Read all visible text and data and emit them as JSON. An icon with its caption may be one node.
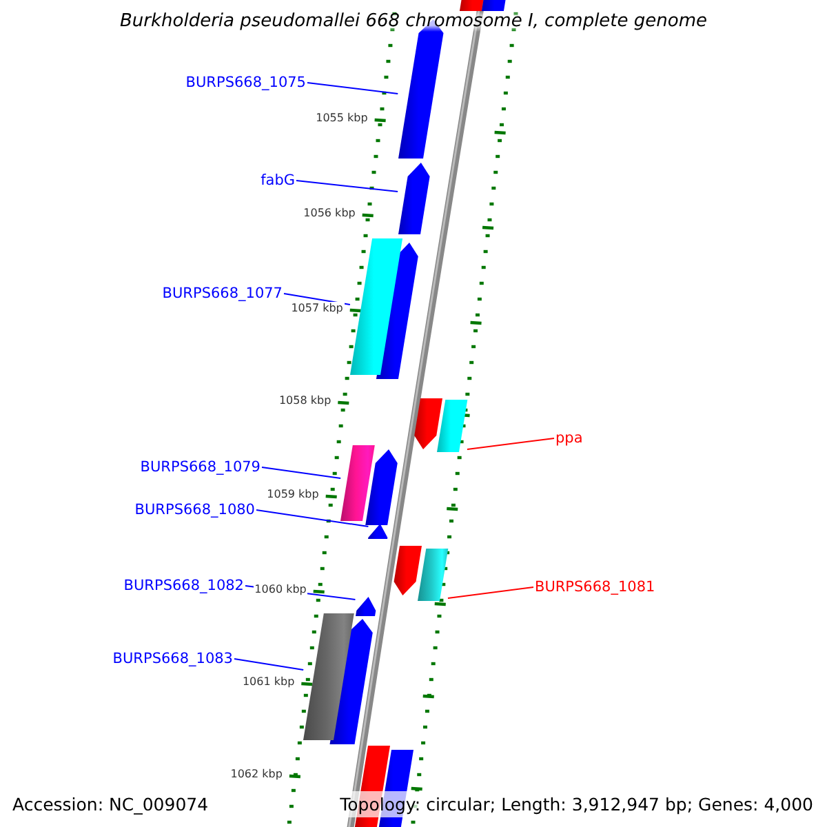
{
  "diagram": {
    "title": "Burkholderia pseudomallei 668 chromosome I, complete genome",
    "nodes": [
      {
        "text": [
          "BURPS668_1075"
        ]
      },
      {
        "text": [
          "fabG"
        ]
      },
      {
        "text": [
          "BURPS668_1077"
        ]
      },
      {
        "text": [
          "ppa"
        ]
      },
      {
        "text": [
          "BURPS668_1079"
        ]
      },
      {
        "text": [
          "BURPS668_1080"
        ]
      },
      {
        "text": [
          "BURPS668_1081"
        ]
      },
      {
        "text": [
          "BURPS668_1082"
        ]
      },
      {
        "text": [
          "BURPS668_1083"
        ]
      },
      {
        "text": [],
        "shape": "bar"
      },
      {
        "text": [],
        "shape": "bar"
      },
      {
        "text": [],
        "shape": "bar"
      },
      {
        "text": [],
        "shape": "bar"
      },
      {
        "text": [],
        "shape": "bar"
      },
      {
        "text": [],
        "shape": "bar"
      },
      {
        "text": [],
        "shape": "bar"
      },
      {
        "text": [],
        "shape": "bar"
      },
      {
        "text": [],
        "shape": "bar"
      }
    ],
    "edges": [
      {
        "from": 0,
        "to": 9,
        "arrow": "none"
      },
      {
        "from": 1,
        "to": 10,
        "arrow": "none"
      },
      {
        "from": 2,
        "to": 11,
        "arrow": "none"
      },
      {
        "from": 3,
        "to": 12,
        "arrow": "none",
        "color": "#ff0000"
      },
      {
        "from": 4,
        "to": 13,
        "arrow": "none"
      },
      {
        "from": 5,
        "to": 14,
        "arrow": "none"
      },
      {
        "from": 6,
        "to": 15,
        "arrow": "none",
        "color": "#ff0000"
      },
      {
        "from": 7,
        "to": 16,
        "arrow": "none"
      },
      {
        "from": 8,
        "to": 17,
        "arrow": "none"
      }
    ],
    "labels": [
      "1055 kbp",
      "1056 kbp",
      "1057 kbp",
      "1058 kbp",
      "1059 kbp",
      "1060 kbp",
      "1061 kbp",
      "1062 kbp",
      "Accession: NC_009074",
      "Topology: circular; Length: 3,912,947 bp; Genes: 4,000"
    ]
  }
}
